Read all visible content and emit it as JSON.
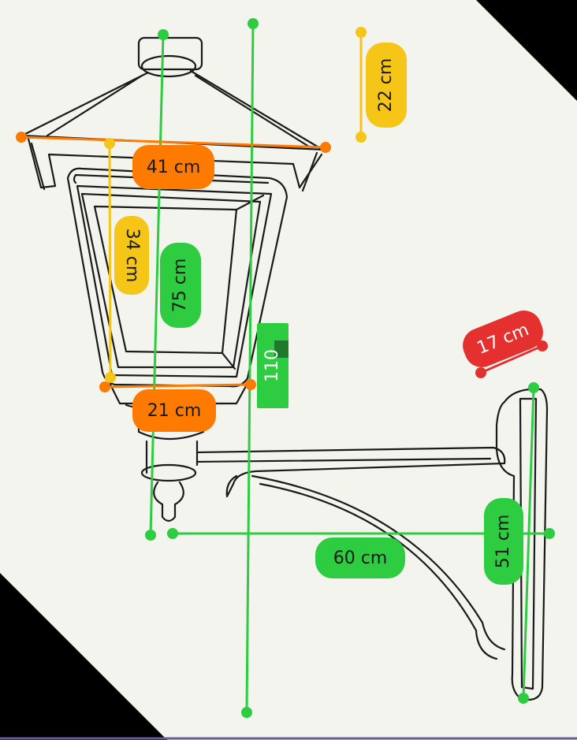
{
  "diagram": {
    "subject": "wall-lantern",
    "measurements": [
      {
        "id": "height-total",
        "label": "110",
        "color": "#2ecc40"
      },
      {
        "id": "height-lantern",
        "label": "75 cm",
        "color": "#2ecc40"
      },
      {
        "id": "width-top",
        "label": "41 cm",
        "color": "#ff7a00"
      },
      {
        "id": "width-bottom",
        "label": "21 cm",
        "color": "#ff7a00"
      },
      {
        "id": "height-glass",
        "label": "34 cm",
        "color": "#f5c518"
      },
      {
        "id": "height-roof",
        "label": "22 cm",
        "color": "#f5c518"
      },
      {
        "id": "arm-depth",
        "label": "60 cm",
        "color": "#2ecc40"
      },
      {
        "id": "plate-height",
        "label": "51 cm",
        "color": "#2ecc40"
      },
      {
        "id": "plate-width",
        "label": "17 cm",
        "color": "#e53030"
      }
    ]
  },
  "colors": {
    "paper": "#f4f4ef",
    "background": "#000000",
    "line": "#1a1a1a",
    "green": "#2ecc40",
    "orange": "#ff7a00",
    "yellow": "#f5c518",
    "red": "#e53030"
  }
}
